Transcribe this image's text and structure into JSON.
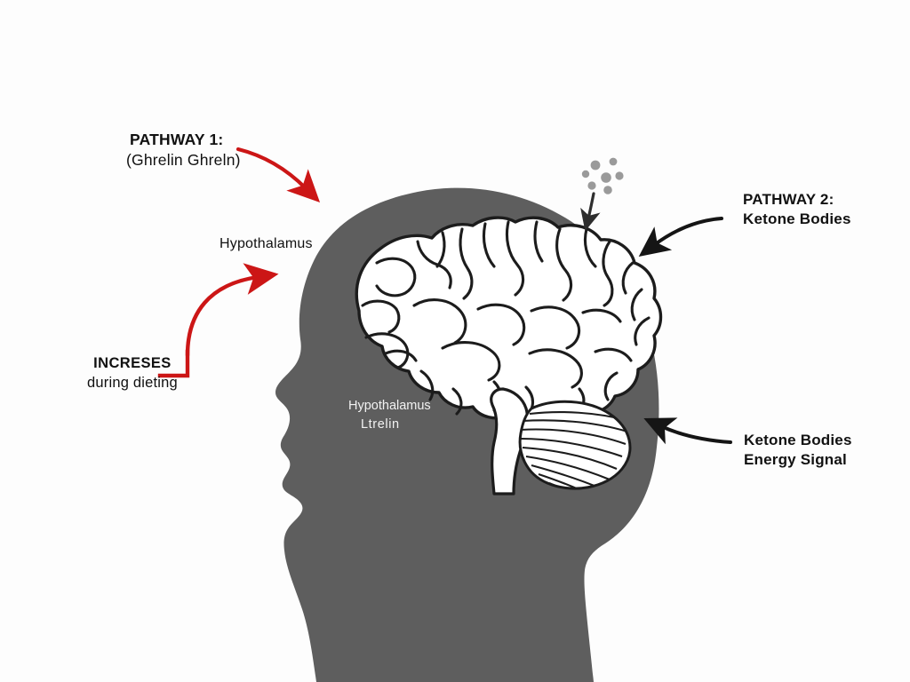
{
  "diagram": {
    "title": "Hypothalamus hunger-signal pathways diagram",
    "background_color": "#fdfdfd",
    "silhouette_color": "#5e5e5e",
    "brain_fill": "#ffffff",
    "brain_stroke": "#1c1c1c",
    "accent_red": "#cc1616",
    "accent_black": "#151515",
    "particle_color": "#9a9a9a"
  },
  "labels": {
    "pathway1": {
      "line1": "PATHWAY 1:",
      "line2": "(Ghrelin Ghreln)"
    },
    "hypothalamus_outer": "Hypothalamus",
    "increses": {
      "line1": "INCRESES",
      "line2": "during dieting"
    },
    "pathway2": {
      "line1": "PATHWAY 2:",
      "line2": "Ketone Bodies"
    },
    "ketone_energy": {
      "line1": "Ketone Bodies",
      "line2": "Energy Signal"
    },
    "inner": {
      "hypothalamus": "Hypothalamus",
      "hormone": "Ltrelin"
    }
  },
  "arrows": [
    {
      "name": "pathway1-arrow",
      "color": "#cc1616",
      "from": "PATHWAY 1 label",
      "to": "top of head"
    },
    {
      "name": "increses-arrow",
      "color": "#cc1616",
      "from": "INCRESES during dieting label",
      "to": "hypothalamus region"
    },
    {
      "name": "pathway2-arrow",
      "color": "#151515",
      "from": "PATHWAY 2 Ketone Bodies label",
      "to": "upper right of head"
    },
    {
      "name": "ketone-energy-arrow",
      "color": "#151515",
      "from": "Ketone Bodies Energy Signal label",
      "to": "right side of head"
    },
    {
      "name": "particles-arrow",
      "color": "#3a3a3a",
      "from": "ketone particle cluster",
      "to": "head surface"
    }
  ],
  "particles": {
    "name": "ketone-body-particles",
    "count": 7,
    "color": "#9a9a9a"
  }
}
